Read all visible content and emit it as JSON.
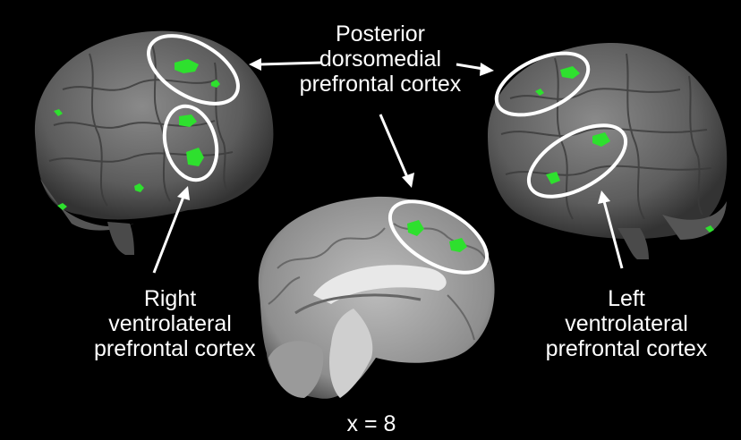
{
  "labels": {
    "top": [
      "Posterior",
      "dorsomedial",
      "prefrontal cortex"
    ],
    "right_vlpfc": [
      "Right",
      "ventrolateral",
      "prefrontal cortex"
    ],
    "left_vlpfc": [
      "Left",
      "ventrolateral",
      "prefrontal cortex"
    ],
    "slice": "x = 8"
  },
  "colors": {
    "background": "#000000",
    "activation": "#2ee02e",
    "brain_surface": "#6e6e6e",
    "annotation": "#ffffff"
  }
}
